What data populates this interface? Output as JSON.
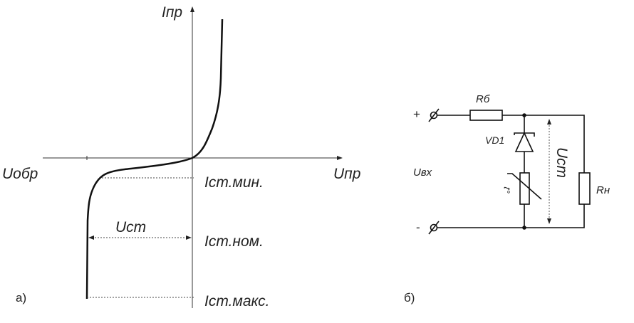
{
  "graph": {
    "y_axis_label": "Iпр",
    "x_axis_neg_label": "Uобр",
    "x_axis_pos_label": "Uпр",
    "i_min_label": "Iст.мин.",
    "i_nom_label": "Iст.ном.",
    "i_max_label": "Iст.макс.",
    "voltage_label": "Uст",
    "panel_label": "а)"
  },
  "circuit": {
    "plus_label": "+",
    "minus_label": "-",
    "ballast_label": "Rб",
    "diode_label": "VD1",
    "input_label": "Uвх",
    "output_label": "Uст",
    "load_label": "Rн",
    "thermistor_label": "t°",
    "panel_label": "б)"
  }
}
